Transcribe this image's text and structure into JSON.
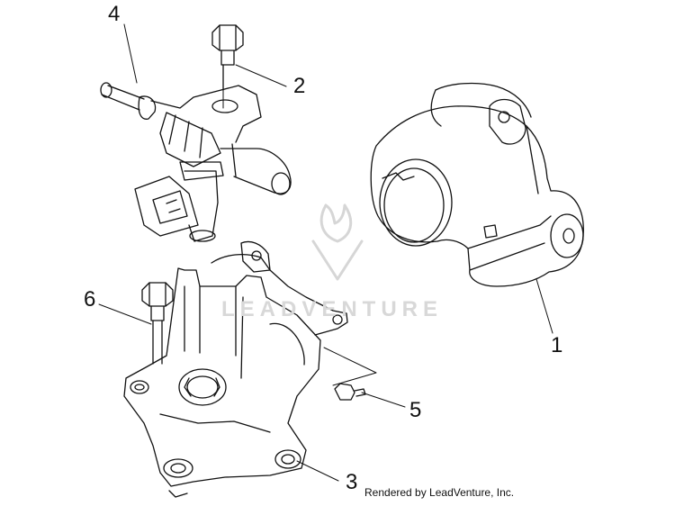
{
  "diagram": {
    "callouts": [
      {
        "id": "1",
        "label": "1"
      },
      {
        "id": "2",
        "label": "2"
      },
      {
        "id": "3",
        "label": "3"
      },
      {
        "id": "4",
        "label": "4"
      },
      {
        "id": "5",
        "label": "5"
      },
      {
        "id": "6",
        "label": "6"
      }
    ],
    "watermark": "LEADVENTURE",
    "credit": "Rendered by LeadVenture, Inc."
  },
  "colors": {
    "line": "#111111",
    "watermark": "#d8d8d8",
    "background": "#ffffff"
  }
}
